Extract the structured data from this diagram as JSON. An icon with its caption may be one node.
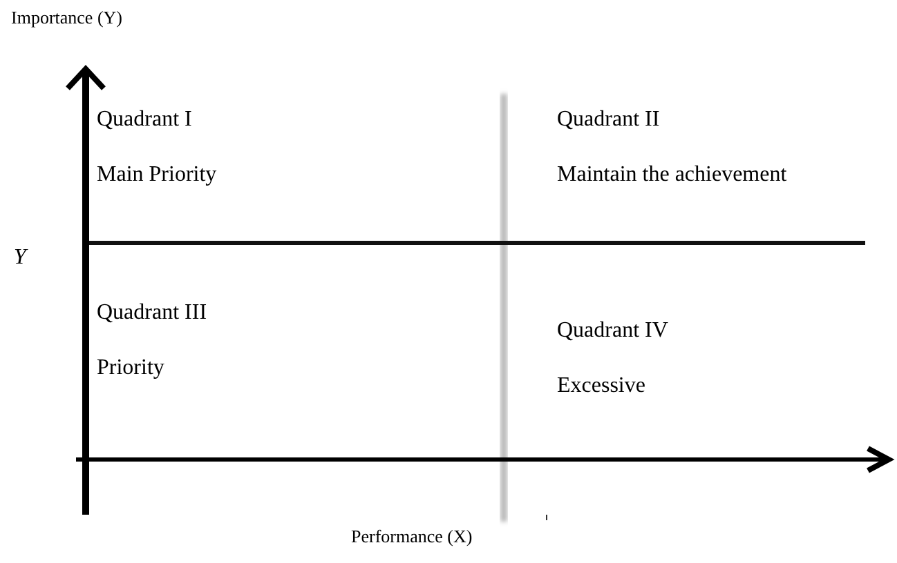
{
  "diagram": {
    "labels": [
      "Importance (Y)",
      "Quadrant I",
      "Main Priority",
      "Quadrant II",
      "Maintain the achievement",
      "Y",
      "Quadrant III",
      "Priority",
      "Quadrant IV",
      "Excessive",
      "Performance (X)"
    ]
  }
}
